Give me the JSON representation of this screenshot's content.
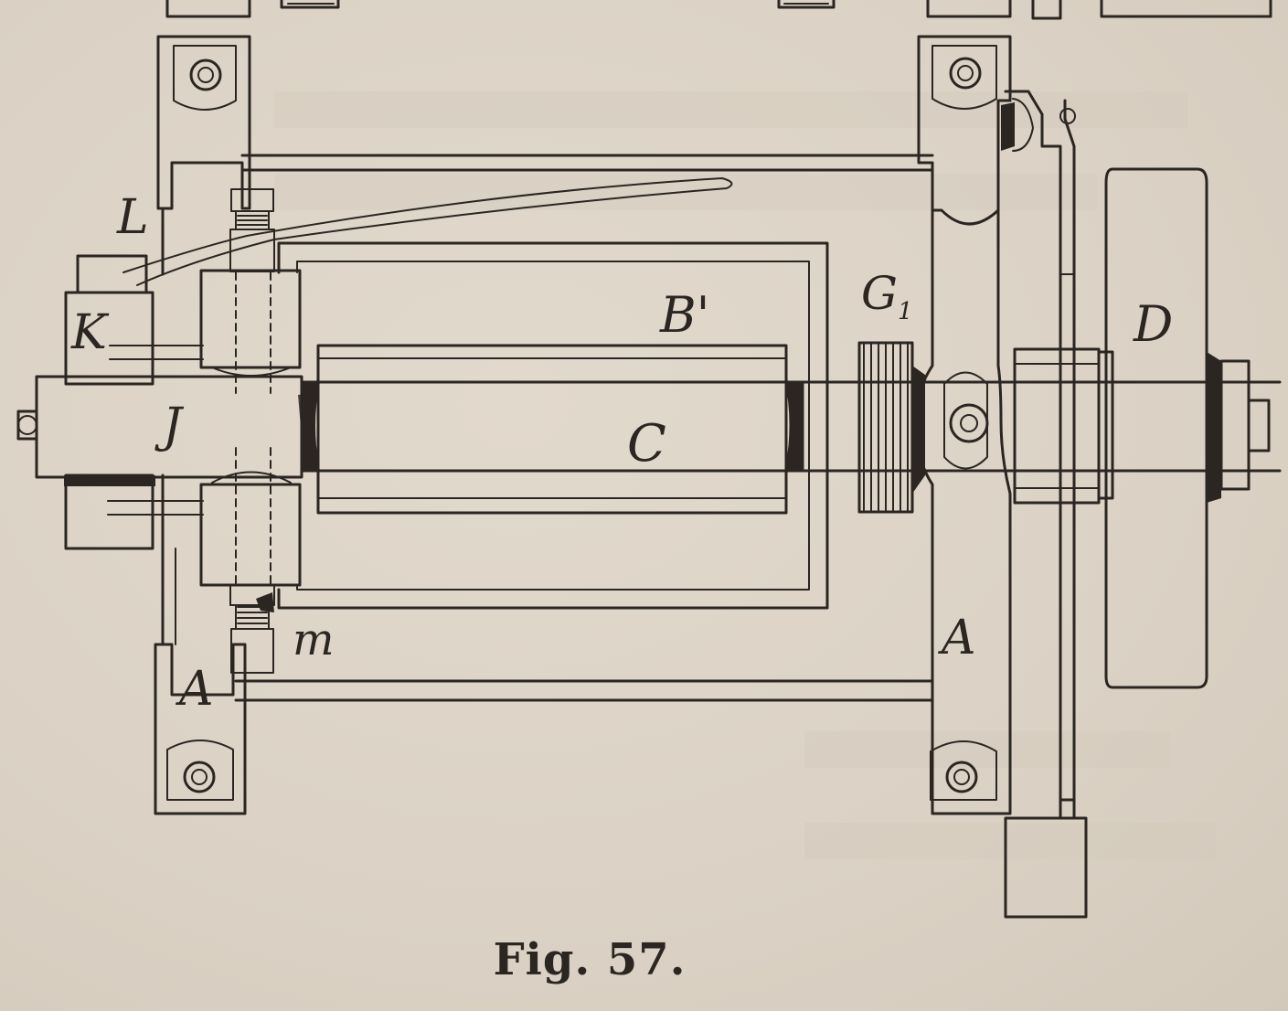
{
  "figure": {
    "caption": "Fig. 57.",
    "labels": {
      "frame_left": "A",
      "frame_right": "A",
      "bracket": "B'",
      "roller": "C",
      "flywheel": "D",
      "handle": "J",
      "spring": "L",
      "key": "K",
      "gear": "G",
      "gear_sub": "1",
      "screw": "m"
    }
  },
  "colors": {
    "paper": "#ddd4c8",
    "ink": "#2b2622"
  }
}
